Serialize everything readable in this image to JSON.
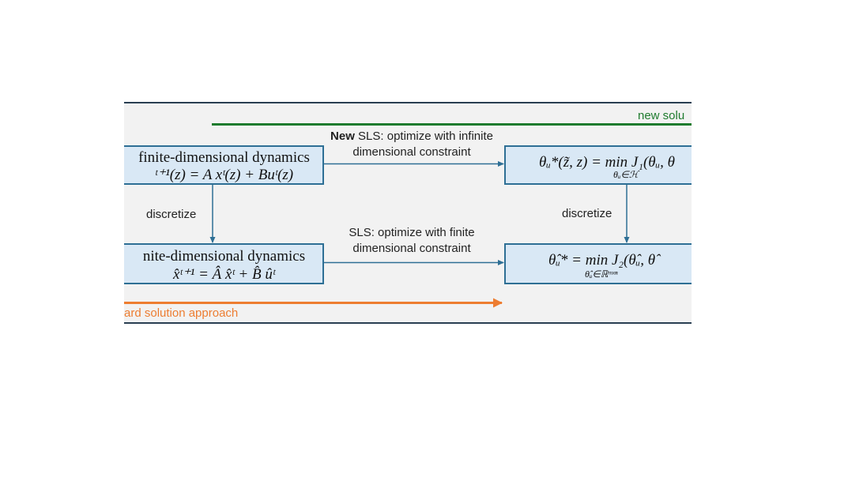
{
  "diagram": {
    "new_approach_label": "new solu",
    "standard_approach_label": "ard solution approach",
    "top_edge": {
      "bold": "New",
      "line1": "SLS: optimize with infinite",
      "line2": "dimensional constraint"
    },
    "bottom_edge": {
      "line1": "SLS: optimize with finite",
      "line2": "dimensional constraint"
    },
    "left_discretize": "discretize",
    "right_discretize": "discretize",
    "box_inf": {
      "title": "finite-dimensional dynamics",
      "equation": "ᵗ⁺¹(z) = A xᵗ(z) + Buᵗ(z)"
    },
    "box_fin": {
      "title": "nite-dimensional dynamics",
      "equation": "x̂ᵗ⁺¹ = Â x̂ᵗ + B̂ ûᵗ"
    },
    "box_opt_inf": {
      "equation": "θᵤ*(z̃, z) = min J₁(θᵤ, θ",
      "subscript": "θᵤ∈ℋ"
    },
    "box_opt_fin": {
      "equation": "θ̂ᵤ* = min J₂(θ̂ᵤ, θ̂",
      "subscript": "θ̂ᵤ∈ℝᵐˣⁿ"
    },
    "colors": {
      "green": "#1e7b2e",
      "orange": "#ed7d31",
      "arrow": "#2e6f95",
      "box_fill": "#d9e8f5",
      "panel": "#f2f2f2"
    }
  }
}
